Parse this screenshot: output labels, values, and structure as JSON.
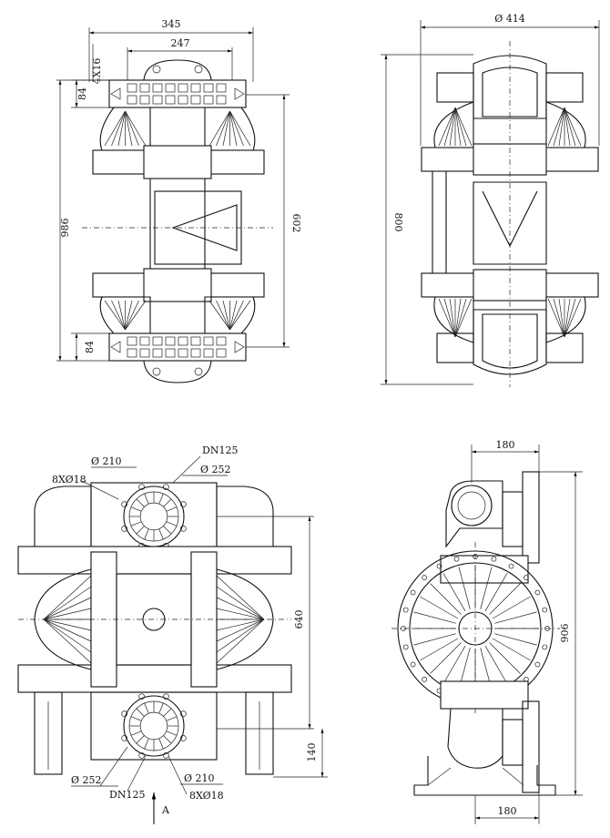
{
  "views": {
    "front": {
      "width_overall": "345",
      "width_inner": "247",
      "bolt_spec": "4X16",
      "flange_top": "84",
      "flange_bottom": "84",
      "height_overall": "986",
      "height_inner": "602"
    },
    "side": {
      "diameter": "Ø 414",
      "height": "800"
    },
    "top": {
      "bolts_upper": "8XØ18",
      "bolt_circle_upper": "Ø 210",
      "port_upper": "DN125",
      "flange_dia_upper": "Ø 252",
      "center_distance": "640",
      "offset": "140",
      "flange_dia_lower": "Ø 252",
      "port_lower": "DN125",
      "bolt_circle_lower": "Ø 210",
      "bolts_lower": "8XØ18",
      "view_arrow": "A"
    },
    "end": {
      "top_width": "180",
      "height": "906",
      "bottom_width": "180"
    }
  }
}
